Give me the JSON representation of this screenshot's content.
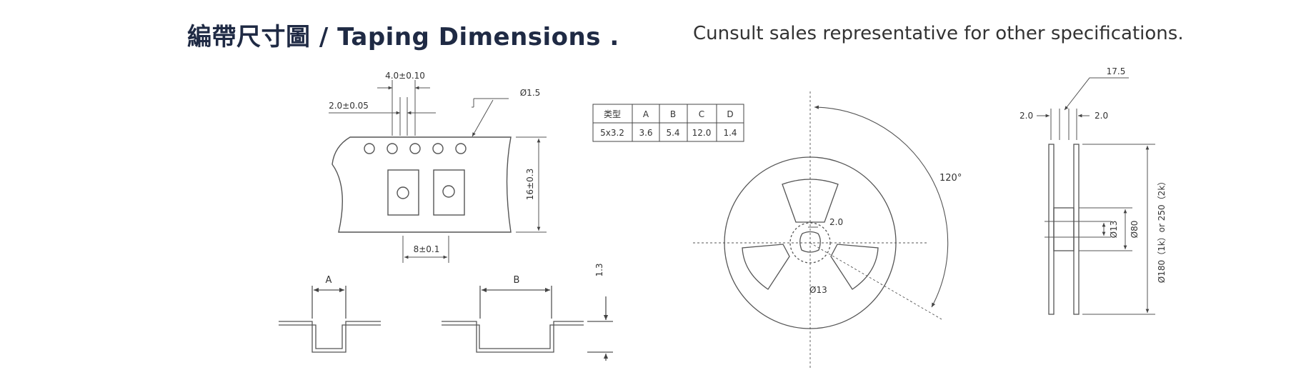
{
  "header": {
    "title": "編帶尺寸圖 / Taping Dimensions .",
    "note": "Cunsult sales representative for other specifications."
  },
  "tape_labels": {
    "pitch": "4.0±0.10",
    "offset": "2.0±0.05",
    "hole_diameter": "Ø1.5",
    "width": "16±0.3",
    "cavity_pitch": "8±0.1"
  },
  "section_labels": {
    "a": "A",
    "b": "B",
    "depth": "1.3"
  },
  "table": {
    "headers": [
      "类型",
      "A",
      "B",
      "C",
      "D"
    ],
    "rows": [
      [
        "5x3.2",
        "3.6",
        "5.4",
        "12.0",
        "1.4"
      ]
    ]
  },
  "reel_front_labels": {
    "angle": "120°",
    "slot": "2.0",
    "hub": "Ø13"
  },
  "reel_side_labels": {
    "top": "17.5",
    "left_flange": "2.0",
    "right_flange": "2.0",
    "hub_bore": "Ø13",
    "hub_outer": "Ø80",
    "outer": "Ø180（1k）or 250（2k）"
  },
  "colors": {
    "title": "#1f2a44",
    "line": "#555555"
  }
}
